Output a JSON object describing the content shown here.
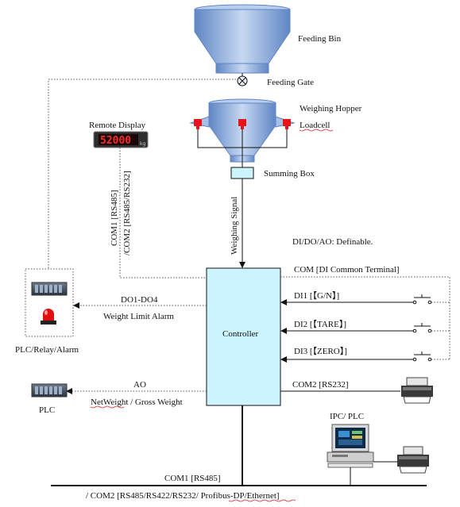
{
  "labels": {
    "feeding_bin": "Feeding Bin",
    "feeding_gate": "Feeding Gate",
    "weighing_hopper": "Weighing Hopper",
    "loadcell": "Loadcell",
    "remote_display": "Remote Display",
    "display_value": "52000",
    "display_unit": "kg",
    "summing_box": "Summing Box",
    "weighing_signal": "Weighing Signal",
    "com1_rs485_vertical": "COM1 [RS485]",
    "com2_vertical": "/COM2 [RS485/RS232]",
    "di_do_ao": "DI/DO/AO: Definable.",
    "com_di_common": "COM [DI Common Terminal]",
    "controller": "Controller",
    "do1_do4": "DO1-DO4",
    "weight_limit_alarm": "Weight Limit Alarm",
    "plc_relay_alarm": "PLC/Relay/Alarm",
    "di1": "DI1 [【G/N】]",
    "di2": "DI2 [【TARE】]",
    "di3": "DI3 [【ZERO】]",
    "ao": "AO",
    "net_gross": "NetWeight / Gross Weight",
    "plc": "PLC",
    "com2_rs232": "COM2 [RS232]",
    "ipc_plc": "IPC/ PLC",
    "com1_rs485_bus": "COM1 [RS485]",
    "com2_bus": "/ COM2 [RS485/RS422/RS232/ Profibus-DP/Ethernet]"
  },
  "colors": {
    "hopper_fill": "#8fb0de",
    "controller_fill": "#ccf4ff",
    "loadcell": "#e8141c",
    "alarm_lamp": "#e01010",
    "display_bg": "#2e2e2e",
    "display_digits": "#ff2a2a"
  },
  "icons": [
    "feeding-gate-icon",
    "remote-display-icon",
    "plc-rack-icon",
    "alarm-lamp-icon",
    "printer-icon",
    "computer-icon",
    "switch-icon"
  ]
}
